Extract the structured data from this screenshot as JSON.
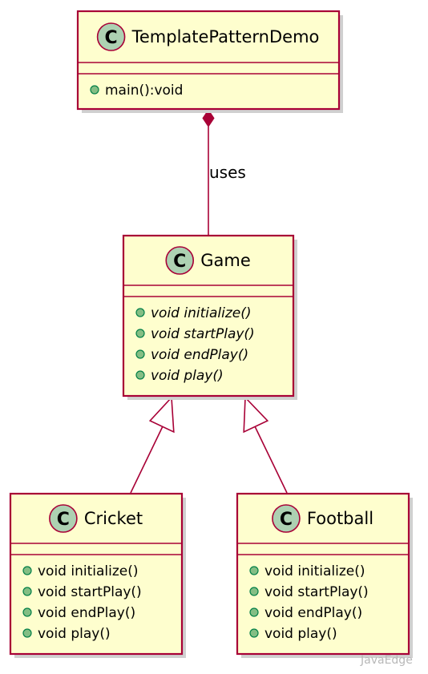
{
  "diagram": {
    "classes": [
      {
        "id": "demo",
        "stereotype_letter": "C",
        "name": "TemplatePatternDemo",
        "members": [
          {
            "text": "main():void",
            "abstract": false
          }
        ]
      },
      {
        "id": "game",
        "stereotype_letter": "C",
        "name": "Game",
        "members": [
          {
            "text": "void initialize()",
            "abstract": true
          },
          {
            "text": "void startPlay()",
            "abstract": true
          },
          {
            "text": "void endPlay()",
            "abstract": true
          },
          {
            "text": "void play()",
            "abstract": true
          }
        ]
      },
      {
        "id": "cricket",
        "stereotype_letter": "C",
        "name": "Cricket",
        "members": [
          {
            "text": "void initialize()",
            "abstract": false
          },
          {
            "text": "void startPlay()",
            "abstract": false
          },
          {
            "text": "void endPlay()",
            "abstract": false
          },
          {
            "text": "void play()",
            "abstract": false
          }
        ]
      },
      {
        "id": "football",
        "stereotype_letter": "C",
        "name": "Football",
        "members": [
          {
            "text": "void initialize()",
            "abstract": false
          },
          {
            "text": "void startPlay()",
            "abstract": false
          },
          {
            "text": "void endPlay()",
            "abstract": false
          },
          {
            "text": "void play()",
            "abstract": false
          }
        ]
      }
    ],
    "relations": [
      {
        "from": "demo",
        "to": "game",
        "kind": "composition",
        "label": "uses"
      },
      {
        "from": "cricket",
        "to": "game",
        "kind": "inheritance",
        "label": ""
      },
      {
        "from": "football",
        "to": "game",
        "kind": "inheritance",
        "label": ""
      }
    ],
    "watermark": "JavaEdge",
    "colors": {
      "class_fill": "#FEFECE",
      "class_border": "#A80036",
      "circle_fill": "#ADD1B2",
      "public_dot_border": "#038048",
      "public_dot_fill": "#84BE84",
      "shadow": "#D0D0D0"
    }
  }
}
